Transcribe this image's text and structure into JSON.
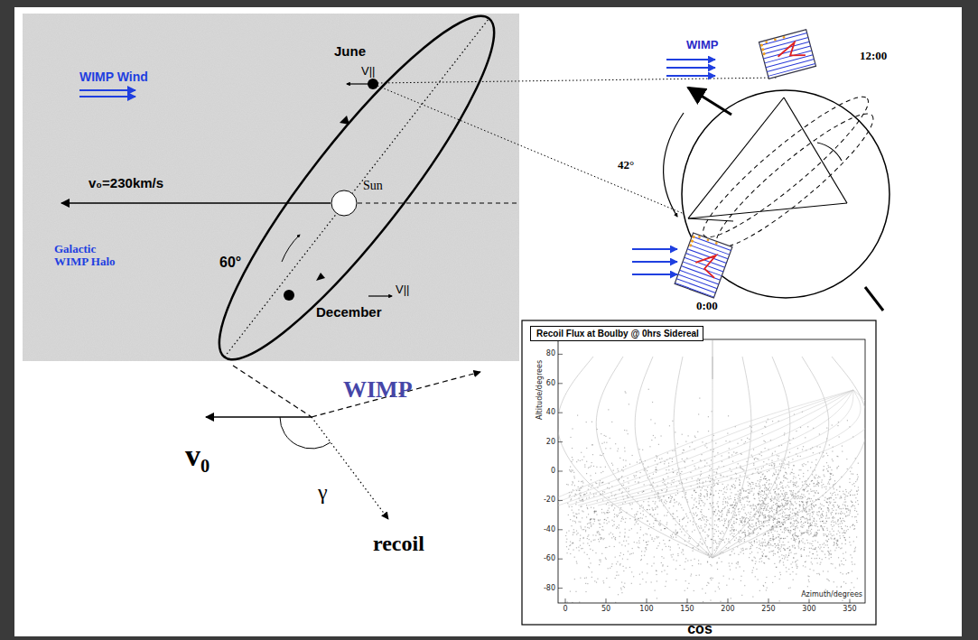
{
  "diagram": {
    "nodes": [
      {
        "text": [
          "Recoil Flux at Boulby @ 0hrs Sidereal"
        ]
      }
    ],
    "labels": [
      "WIMP Wind",
      "June",
      "V||",
      "v₀=230km/s",
      "Sun",
      "60°",
      "Galactic WIMP Halo",
      "V||",
      "December",
      "WIMP",
      "12:00",
      "42°",
      "0:00",
      "WIMP",
      "v₀",
      "γ",
      "recoil",
      "80",
      "60",
      "40",
      "20",
      "0",
      "-20",
      "-40",
      "-60",
      "-80",
      "0",
      "50",
      "100",
      "150",
      "200",
      "250",
      "300",
      "350",
      "Altitude/degrees",
      "Azimuth/degrees",
      "cos"
    ]
  }
}
